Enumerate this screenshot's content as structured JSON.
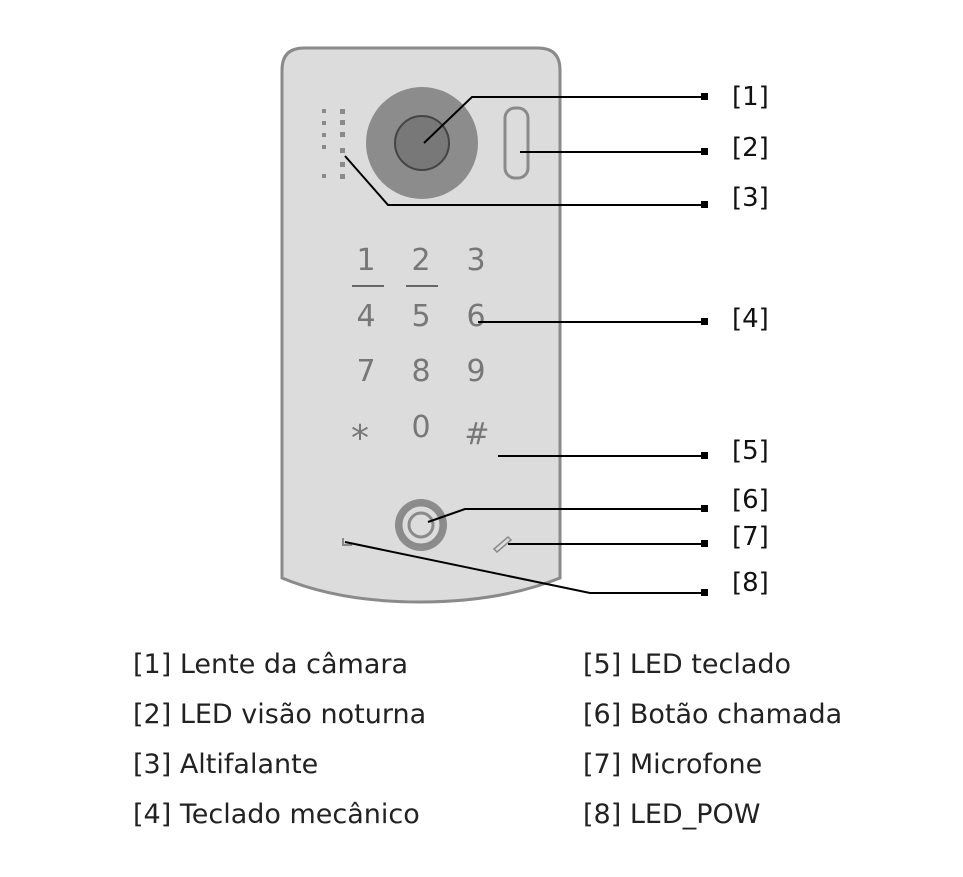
{
  "device": {
    "keys": [
      "1",
      "2",
      "3",
      "4",
      "5",
      "6",
      "7",
      "8",
      "9",
      "*",
      "0",
      "#"
    ]
  },
  "callouts": [
    "[1]",
    "[2]",
    "[3]",
    "[4]",
    "[5]",
    "[6]",
    "[7]",
    "[8]"
  ],
  "legend": {
    "left": [
      "[1] Lente da câmara",
      "[2] LED visão noturna",
      "[3] Altifalante",
      "[4] Teclado mecânico"
    ],
    "right": [
      "[5] LED teclado",
      "[6] Botão chamada",
      "[7] Microfone",
      "[8] LED_POW"
    ]
  }
}
